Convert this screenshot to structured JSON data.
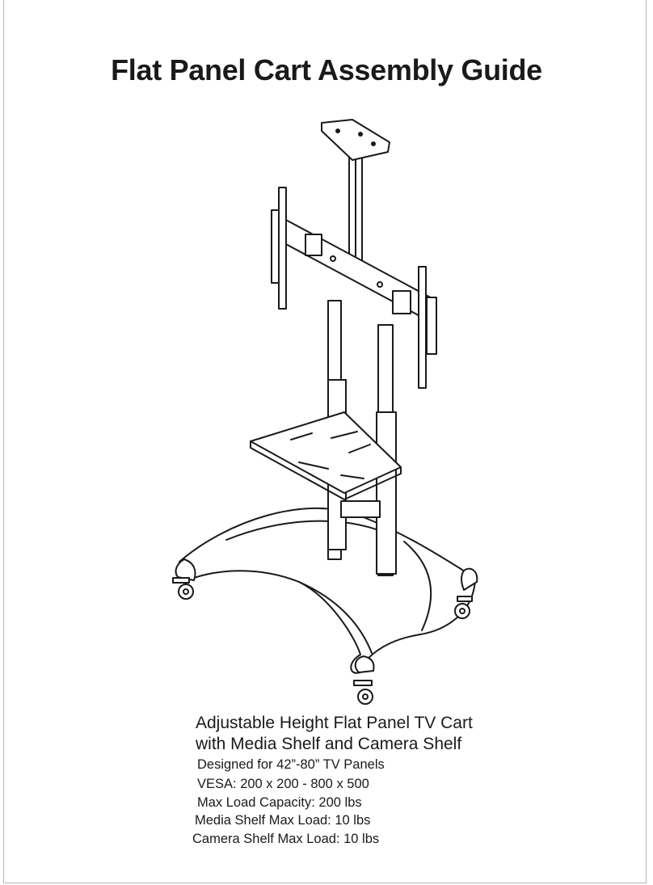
{
  "page": {
    "title": "Flat Panel Cart Assembly Guide",
    "product_line_1": "Adjustable Height Flat Panel TV Cart",
    "product_line_2": "with Media Shelf and Camera Shelf",
    "specs": [
      "Designed for 42”-80” TV Panels",
      "VESA: 200 x 200 - 800 x 500",
      "Max Load Capacity: 200 lbs",
      "Media Shelf Max Load: 10 lbs",
      "Camera Shelf Max Load: 10 lbs"
    ]
  },
  "colors": {
    "ink": "#1a1a1a",
    "border": "#b5b5b5",
    "background": "#ffffff"
  },
  "illustration": {
    "icon": "tv-cart-line-drawing"
  }
}
